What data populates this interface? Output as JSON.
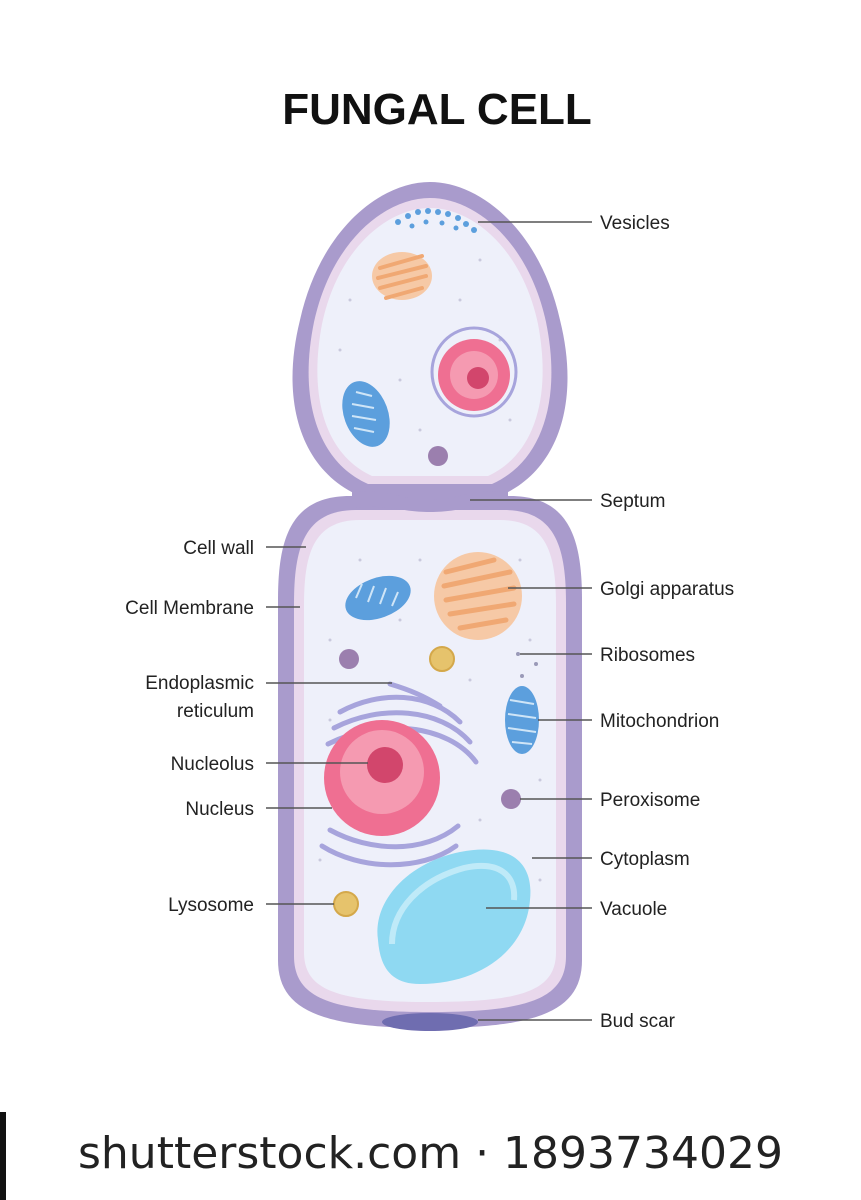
{
  "title": "FUNGAL CELL",
  "labels": {
    "vesicles": "Vesicles",
    "septum": "Septum",
    "golgi": "Golgi apparatus",
    "ribosomes": "Ribosomes",
    "mitochondrion": "Mitochondrion",
    "peroxisome": "Peroxisome",
    "cytoplasm": "Cytoplasm",
    "vacuole": "Vacuole",
    "bud_scar": "Bud scar",
    "cell_wall": "Cell wall",
    "cell_membrane": "Cell Membrane",
    "er_line1": "Endoplasmic",
    "er_line2": "reticulum",
    "nucleolus": "Nucleolus",
    "nucleus": "Nucleus",
    "lysosome": "Lysosome"
  },
  "watermark": "shutterstock.com · 1893734029",
  "colors": {
    "cell_wall": "#a99bcc",
    "membrane": "#e9d8ec",
    "cytoplasm": "#eef0fa",
    "nucleus": "#ef6f92",
    "nucleolus": "#d2466c",
    "golgi": "#f0a873",
    "mitochondrion": "#5c9fdd",
    "vacuole": "#8fd9f2",
    "lysosome": "#e6c36c",
    "peroxisome": "#9b7fae",
    "er": "#a7a4dc"
  }
}
